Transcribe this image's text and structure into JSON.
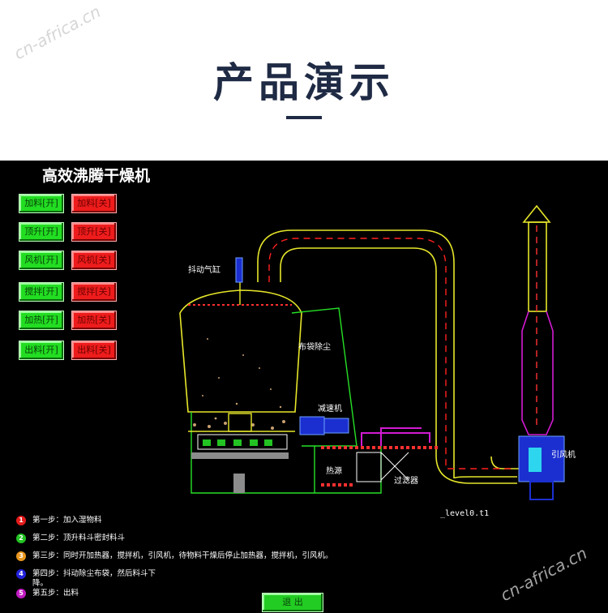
{
  "header": {
    "title": "产品演示",
    "watermark_top": "cn-africa.cn",
    "watermark_bottom": "cn-africa.cn"
  },
  "scada": {
    "title": "高效沸腾干燥机",
    "controls": [
      {
        "on": "加料[开]",
        "off": "加料[关]"
      },
      {
        "on": "顶升[开]",
        "off": "顶升[关]"
      },
      {
        "on": "风机[开]",
        "off": "风机[关]"
      },
      {
        "on": "搅拌[开]",
        "off": "搅拌[关]"
      },
      {
        "on": "加热[开]",
        "off": "加热[关]"
      },
      {
        "on": "出料[开]",
        "off": "出料[关]"
      }
    ],
    "labels": {
      "shake_cylinder": "抖动气缸",
      "bag_dust": "布袋除尘",
      "reducer": "减速机",
      "heat_source": "热源",
      "filter": "过滤器",
      "fan": "引风机",
      "level": "_level0.t1"
    },
    "steps": [
      {
        "num": "1",
        "text": "第一步：加入湿物料",
        "color": "#e41b1b"
      },
      {
        "num": "2",
        "text": "第二步：顶升料斗密封料斗",
        "color": "#22c322"
      },
      {
        "num": "3",
        "text": "第三步：同时开加热器，搅拌机，引风机，待物料干燥后停止加热器，搅拌机，引风机。",
        "color": "#e8961e"
      },
      {
        "num": "4",
        "text": "第四步：抖动除尘布袋，然后料斗下降。",
        "color": "#2222dd"
      },
      {
        "num": "5",
        "text": "第五步：出料",
        "color": "#c21bc2"
      }
    ],
    "exit_label": "退 出"
  },
  "colors": {
    "title": "#1f2a44",
    "on": "#22dd22",
    "off": "#ee1c1c",
    "duct": "#e6e62a",
    "frame": "#26e026",
    "fan_blue": "#1b2fd0",
    "pipe_magenta": "#d21bd2"
  }
}
